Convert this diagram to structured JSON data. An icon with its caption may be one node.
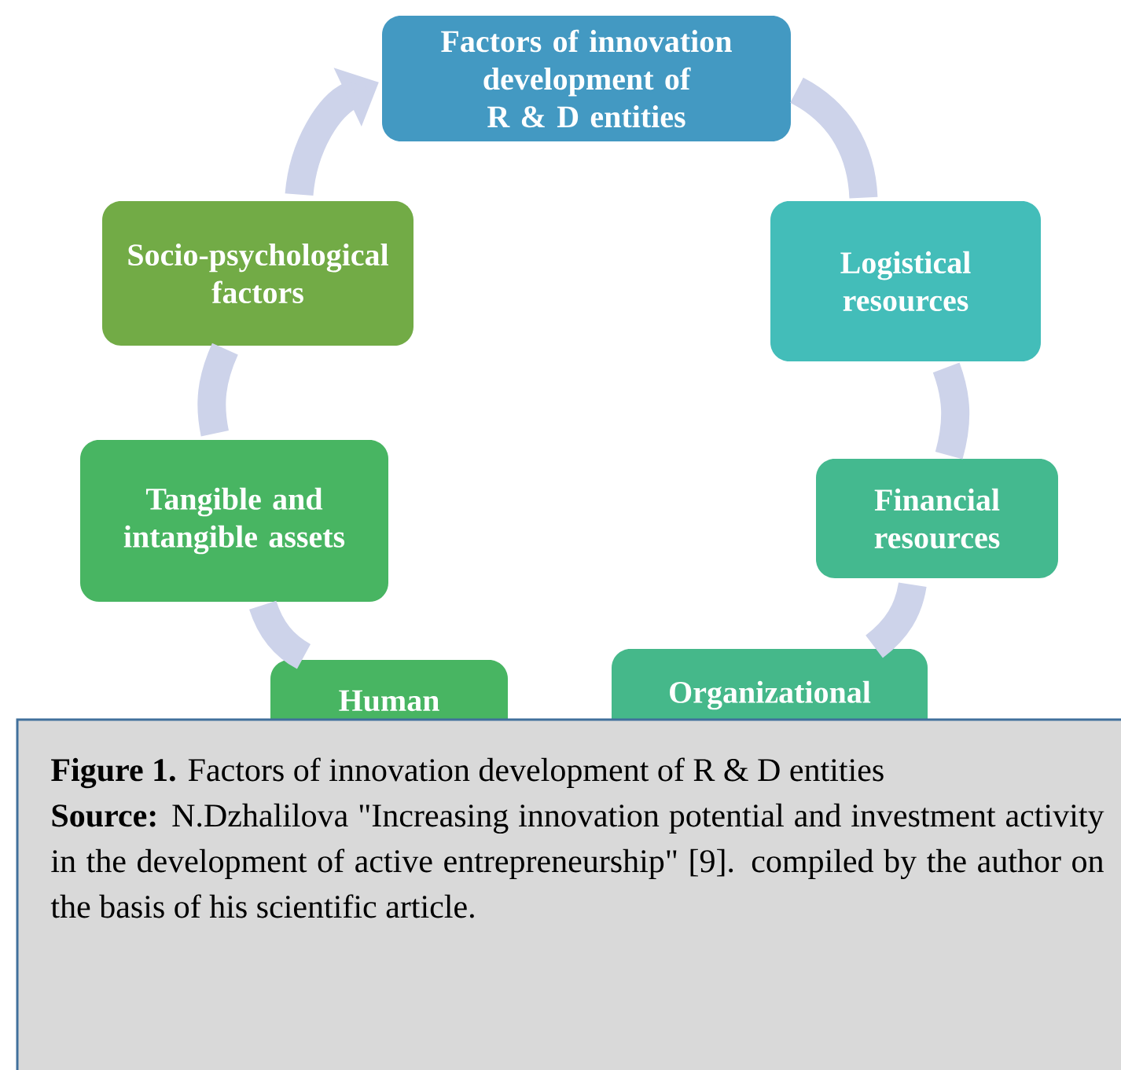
{
  "diagram": {
    "caption": "**Figure 1.** Factors of innovation development of R & D entities",
    "nodes": [
      {
        "text": [
          "Factors of innovation development of R & D entities"
        ]
      },
      {
        "text": [
          "Logistical resources"
        ]
      },
      {
        "text": [
          "Financial resources"
        ]
      },
      {
        "text": [
          "Organizational"
        ]
      },
      {
        "text": [
          "Human"
        ]
      },
      {
        "text": [
          "Tangible and intangible assets"
        ]
      },
      {
        "text": [
          "Socio-psychological factors"
        ]
      }
    ],
    "edges": [
      {
        "from": 0,
        "to": 1,
        "arrow": "none"
      },
      {
        "from": 1,
        "to": 2,
        "arrow": "none"
      },
      {
        "from": 2,
        "to": 3,
        "arrow": "none"
      },
      {
        "from": 4,
        "to": 5,
        "arrow": "none"
      },
      {
        "from": 5,
        "to": 6,
        "arrow": "none"
      },
      {
        "from": 6,
        "to": 0,
        "arrow": "to"
      }
    ],
    "labels": [
      "**Source:** N.Dzhalilova \"Increasing innovation potential and investment activity in the development of active entrepreneurship\" [9]. compiled by the author on the basis of his scientific article."
    ]
  }
}
